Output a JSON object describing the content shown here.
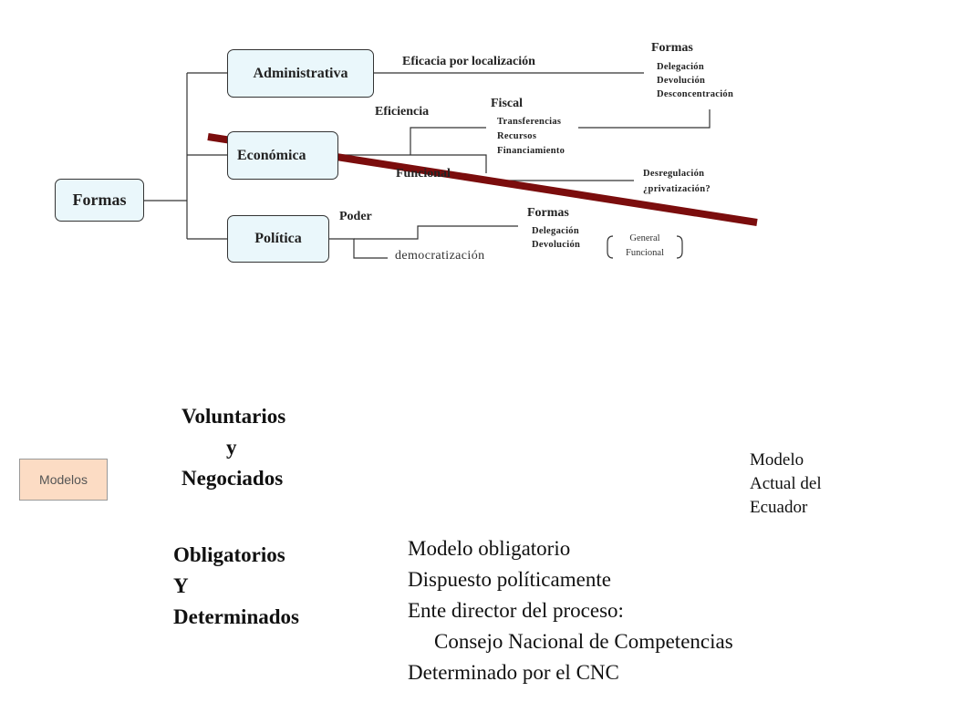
{
  "diagram": {
    "root": "Formas",
    "branches": {
      "administrativa": "Administrativa",
      "economica": "Económica",
      "politica": "Política"
    },
    "administrativa": {
      "link_label": "Eficacia por localización",
      "forms_title": "Formas",
      "forms": [
        "Delegación",
        "Devolución",
        "Desconcentración"
      ]
    },
    "economica": {
      "eficiencia": "Eficiencia",
      "fiscal_title": "Fiscal",
      "fiscal_items": [
        "Transferencias",
        "Recursos",
        "Financiamiento"
      ],
      "funcional": "Funcional",
      "desregulacion": [
        "Desregulación",
        "¿privatización?"
      ]
    },
    "politica": {
      "poder": "Poder",
      "democratizacion": "democratización",
      "forms_title": "Formas",
      "forms": [
        "Delegación",
        "Devolución"
      ],
      "bracket_items": [
        "General",
        "Funcional"
      ]
    },
    "strike_color": "#7b0d0d",
    "box_color": "#eaf7fb"
  },
  "modelos": {
    "badge": "Modelos",
    "badge_color": "#fcdcc4",
    "voluntarios": [
      "Voluntarios",
      "y",
      "Negociados"
    ],
    "obligatorios": [
      "Obligatorios",
      "Y",
      "Determinados"
    ],
    "modelo_actual": [
      "Modelo",
      "Actual del",
      "Ecuador"
    ],
    "description": [
      "Modelo obligatorio",
      "Dispuesto políticamente",
      "Ente director del proceso:",
      "Consejo Nacional de Competencias",
      "Determinado por el CNC"
    ]
  }
}
